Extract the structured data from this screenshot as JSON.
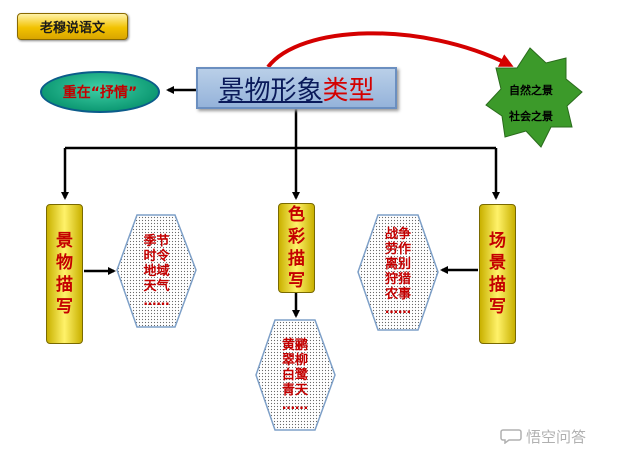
{
  "badge": "老穆说语文",
  "central": {
    "part1": "景物形象",
    "part2": "类型"
  },
  "oval": "重在“抒情”",
  "star": {
    "line1": "自然之景",
    "line2": "社会之景"
  },
  "left_box": [
    "景",
    "物",
    "描",
    "写"
  ],
  "middle_box": [
    "色",
    "彩",
    "描",
    "写"
  ],
  "right_box": [
    "场",
    "景",
    "描",
    "写"
  ],
  "left_hex": [
    "季节",
    "时令",
    "地域",
    "天气",
    "……"
  ],
  "middle_hex": [
    "黄鹂",
    "翠柳",
    "白鹭",
    "青天",
    "……"
  ],
  "right_hex": [
    "战争",
    "劳作",
    "离别",
    "狩猎",
    "农事",
    "……"
  ],
  "watermark": "悟空问答",
  "colors": {
    "accent_red": "#d40000",
    "central_fill": "#a9c3e3",
    "star_green": "#3c9a2a",
    "oval_green": "#12a57f",
    "box_yellow": "#f2e200"
  }
}
